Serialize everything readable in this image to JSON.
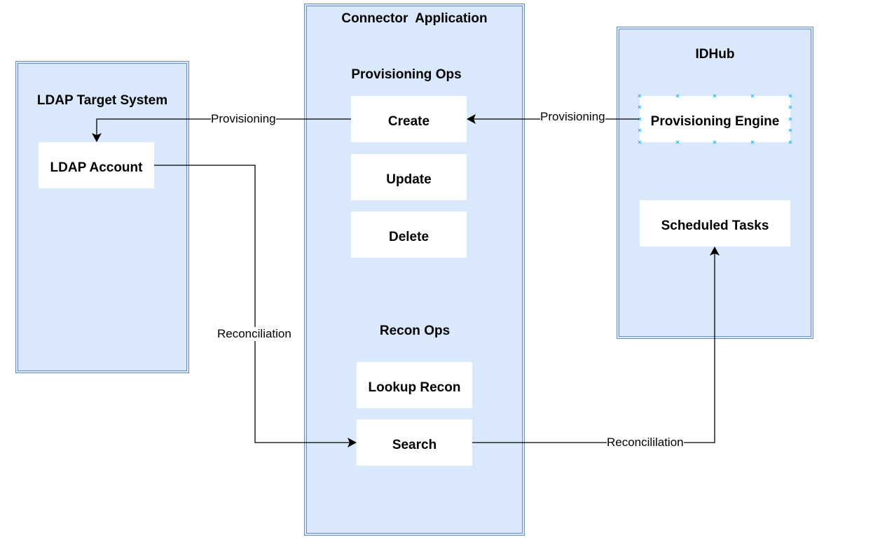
{
  "containers": {
    "ldap": {
      "title": "LDAP Target System"
    },
    "connector": {
      "title": "Connector  Application"
    },
    "idhub": {
      "title": "IDHub"
    }
  },
  "sections": {
    "provisioning_ops": "Provisioning Ops",
    "recon_ops": "Recon Ops"
  },
  "boxes": {
    "ldap_account": "LDAP Account",
    "create": "Create",
    "update": "Update",
    "delete": "Delete",
    "lookup_recon": "Lookup Recon",
    "search": "Search",
    "provisioning_engine": "Provisioning Engine",
    "scheduled_tasks": "Scheduled Tasks"
  },
  "edges": {
    "provisioning_left": "Provisioning",
    "provisioning_right": "Provisioning",
    "reconciliation_left": "Reconciliation",
    "reconciliation_right": "Reconcililation"
  },
  "colors": {
    "container_fill": "#dae8fc",
    "container_border": "#6c8ebf",
    "selection_handle": "#29b6f2"
  }
}
